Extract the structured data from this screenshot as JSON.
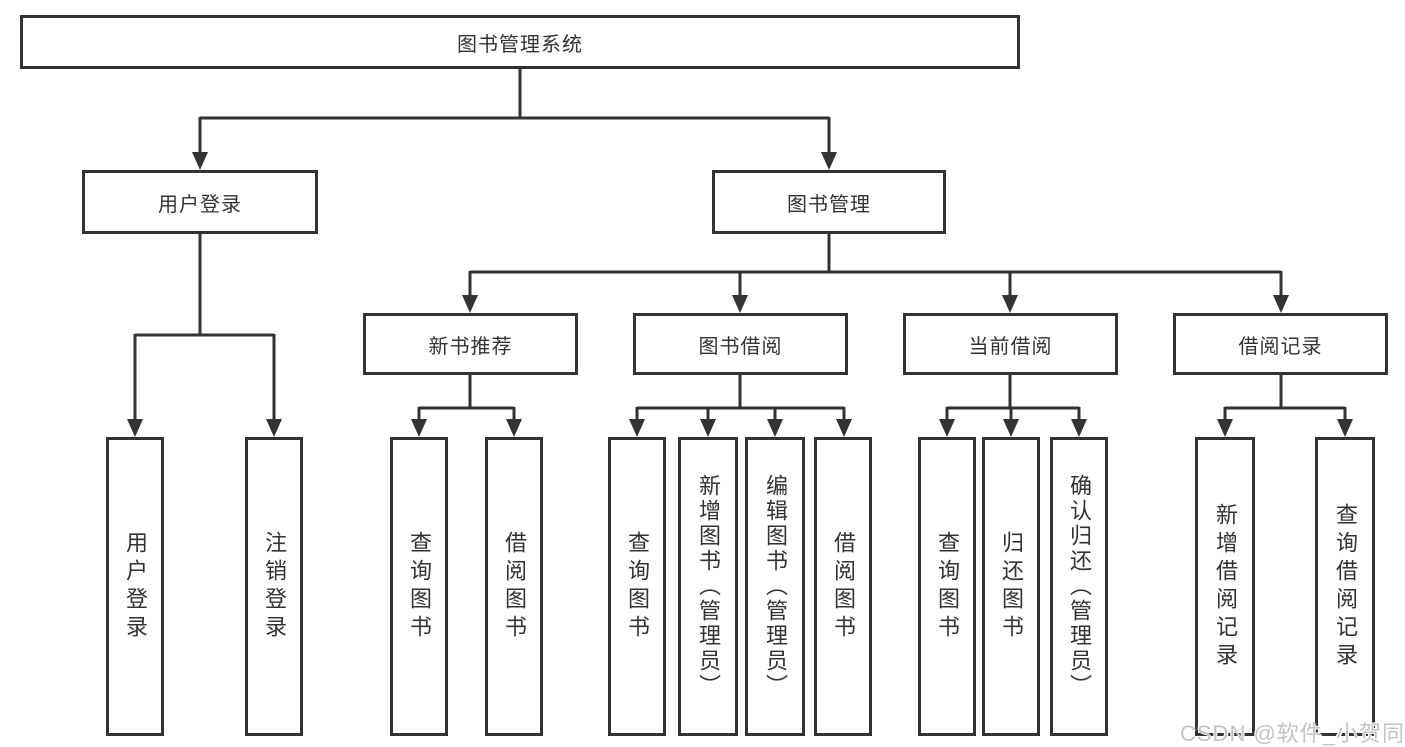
{
  "diagram": {
    "root": "图书管理系统",
    "branches": [
      {
        "label": "用户登录",
        "children": [
          "用户登录",
          "注销登录"
        ]
      },
      {
        "label": "图书管理",
        "subbranches": [
          {
            "label": "新书推荐",
            "children": [
              "查询图书",
              "借阅图书"
            ]
          },
          {
            "label": "图书借阅",
            "children": [
              "查询图书",
              "新增图书（管理员）",
              "编辑图书（管理员）",
              "借阅图书"
            ]
          },
          {
            "label": "当前借阅",
            "children": [
              "查询图书",
              "归还图书",
              "确认归还（管理员）"
            ]
          },
          {
            "label": "借阅记录",
            "children": [
              "新增借阅记录",
              "查询借阅记录"
            ]
          }
        ]
      }
    ],
    "watermark": "CSDN @软件_小贺同学",
    "colors": {
      "line": "#333333",
      "text": "#333333",
      "watermark": "#c3c3c3",
      "background": "#ffffff"
    }
  }
}
